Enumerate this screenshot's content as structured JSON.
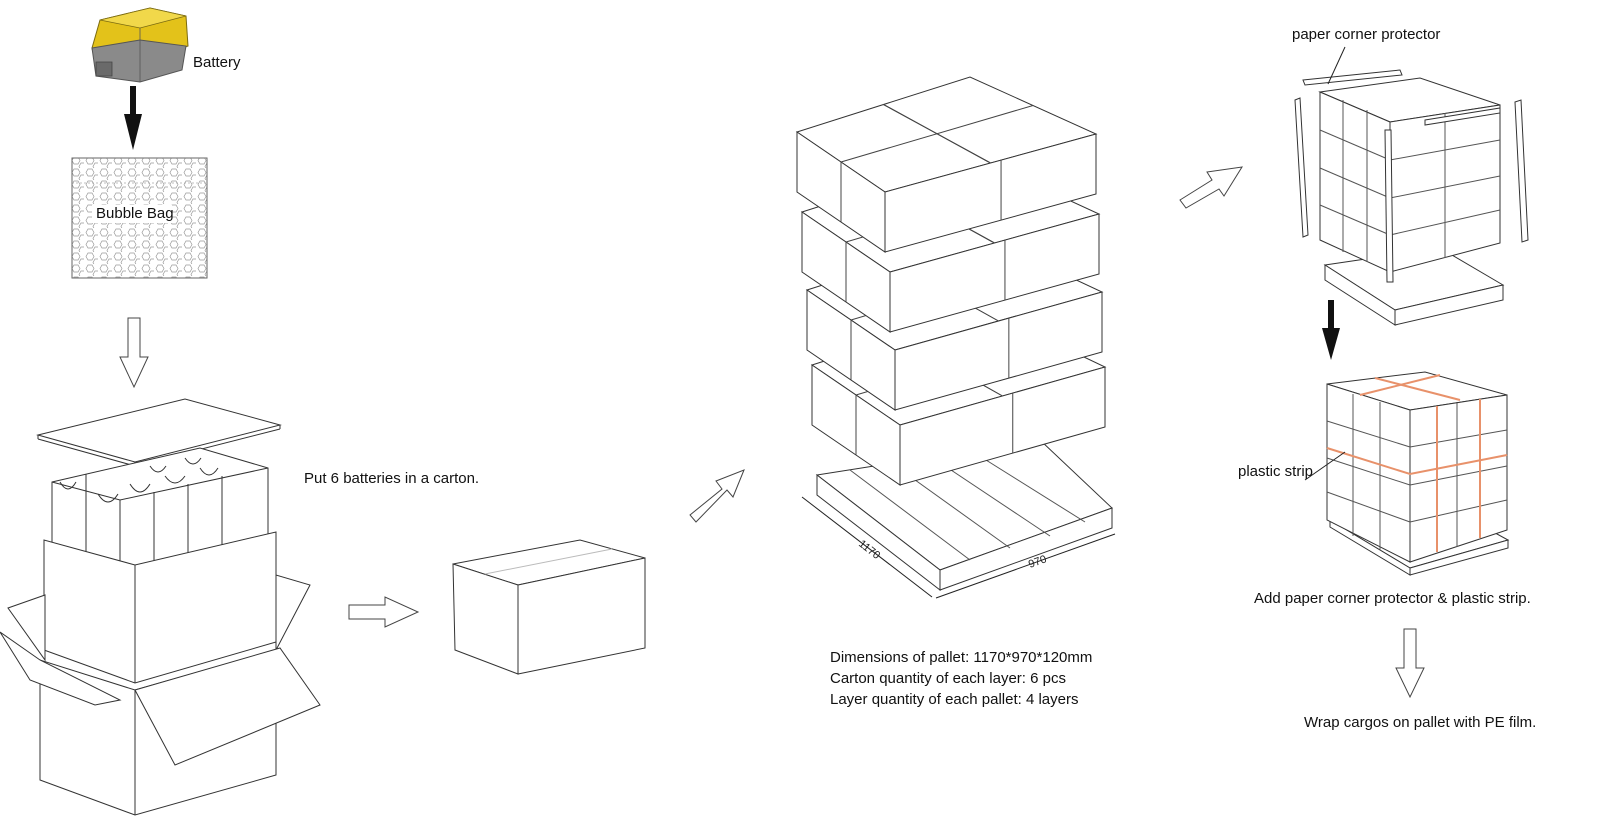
{
  "labels": {
    "battery": "Battery",
    "bubble_bag": "Bubble Bag",
    "carton_step": "Put 6 batteries in a carton.",
    "pallet_dim_length": "1170",
    "pallet_dim_width": "970",
    "pallet_specs": [
      "Dimensions of pallet: 1170*970*120mm",
      "Carton quantity of each layer: 6 pcs",
      "Layer quantity of each pallet: 4 layers"
    ],
    "corner_protector": "paper corner protector",
    "plastic_strip": "plastic strip",
    "add_protector_step": "Add paper corner protector & plastic strip.",
    "wrap_step": "Wrap cargos on pallet with PE film."
  },
  "colors": {
    "battery_body": "#e3c21a",
    "battery_base": "#8a8a8a",
    "strap": "#e8916a",
    "line": "#3a3a3a"
  }
}
